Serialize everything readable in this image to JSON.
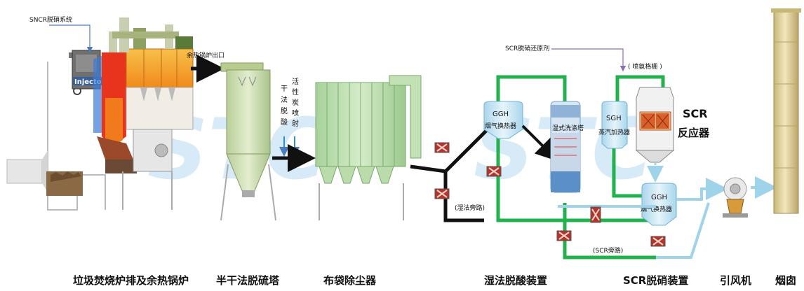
{
  "callouts": {
    "sncr_system": "SNCR脱硝系统",
    "injectors": "Injectors",
    "waste_heat_outlet": "余热锅炉出口",
    "dry_deacid": "干法脱酸",
    "activated_carbon": "活性炭喷射",
    "scr_reductant": "SCR脱硝还原剂",
    "ammonia_grid": "( 喷氨格栅 )",
    "wet_bypass": "(湿法旁路)",
    "scr_bypass": "(SCR旁路)"
  },
  "units": {
    "ggh_top": {
      "name": "GGH",
      "desc": "烟气换热器"
    },
    "wet_scrubber": "湿式洗涤塔",
    "sgh": {
      "name": "SGH",
      "desc": "蒸汽加热器"
    },
    "scr_reactor": {
      "name": "SCR",
      "desc": "反应器"
    },
    "ggh_right": {
      "name": "GGH",
      "desc": "烟气换热器"
    }
  },
  "bottom_labels": {
    "incinerator": "垃圾焚烧炉排及余热锅炉",
    "semi_dry_tower": "半干法脱硫塔",
    "baghouse": "布袋除尘器",
    "wet_deacid": "湿法脱酸装置",
    "scr_unit": "SCR脱硝装置",
    "id_fan": "引风机",
    "chimney": "烟囱"
  },
  "watermark": "STC",
  "colors": {
    "pipe_green": "#22b14c",
    "pipe_black": "#111111",
    "pipe_lightblue": "#9fd3ea",
    "ggh_fill": "#cfe9f5",
    "furnace_orange": "#f39a1e",
    "furnace_red": "#e8341c",
    "tower_green": "#cfe0b4",
    "baghouse_green": "#b9dcaa",
    "chimney_tan": "#e7d9a3",
    "scr_red": "#d9602a",
    "valve_red": "#b5332a"
  }
}
